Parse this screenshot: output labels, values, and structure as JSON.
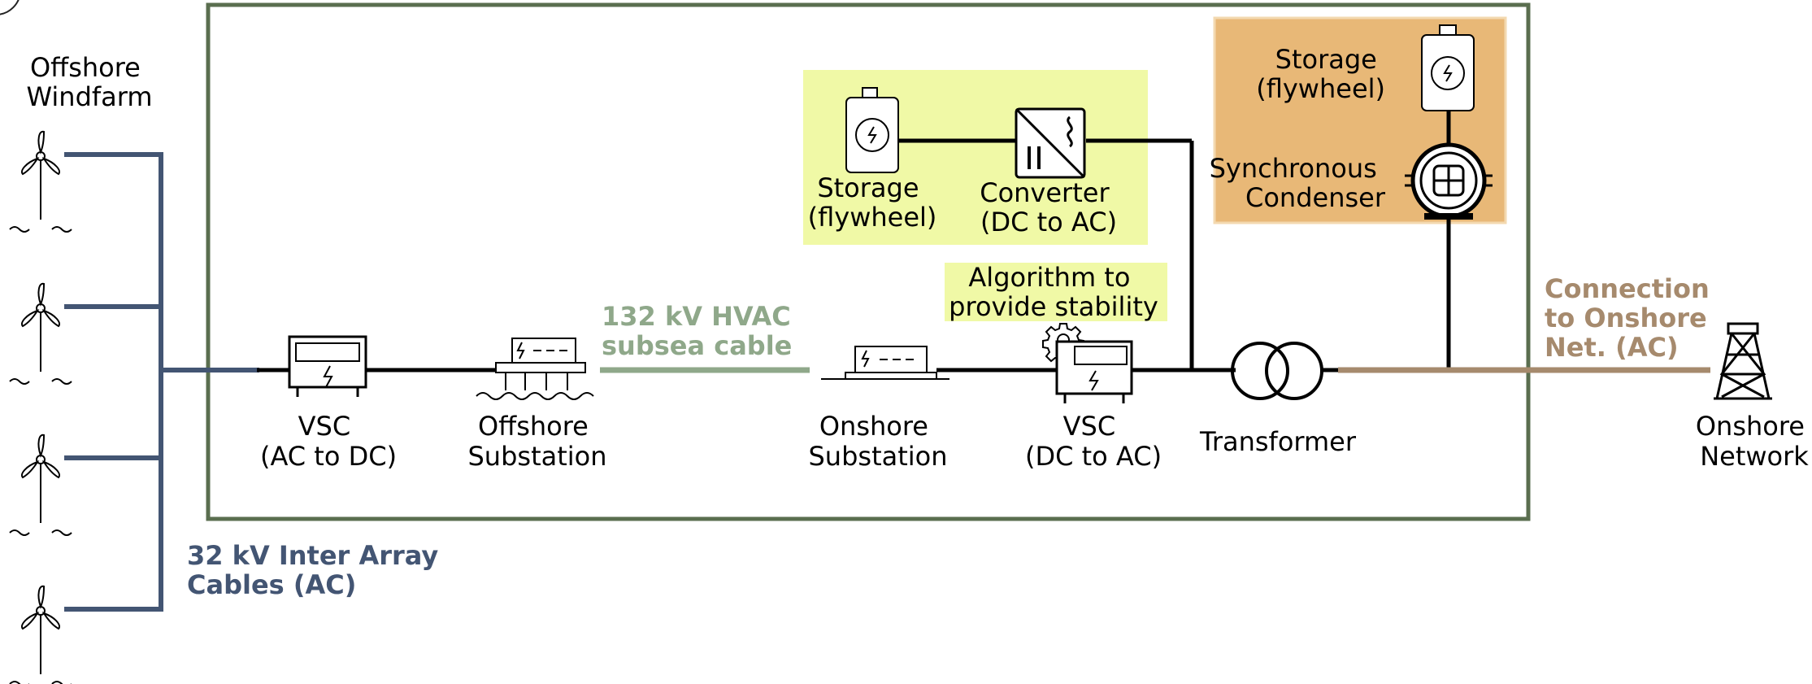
{
  "labels": {
    "windfarm": [
      "Offshore",
      "Windfarm"
    ],
    "vsc_ac_dc": [
      "VSC",
      "(AC to DC)"
    ],
    "offshore_substation": [
      "Offshore",
      "Substation"
    ],
    "hvac_cable": [
      "132 kV HVAC",
      "subsea cable"
    ],
    "onshore_substation": [
      "Onshore",
      "Substation"
    ],
    "algorithm": [
      "Algorithm to",
      "provide stability"
    ],
    "vsc_dc_ac": [
      "VSC",
      "(DC to AC)"
    ],
    "transformer": "Transformer",
    "storage_left": [
      "Storage",
      "(flywheel)"
    ],
    "converter": [
      "Converter",
      "(DC to AC)"
    ],
    "storage_right": [
      "Storage",
      "(flywheel)"
    ],
    "sync_condenser": [
      "Synchronous",
      "Condenser"
    ],
    "connection": [
      "Connection",
      "to Onshore",
      "Net. (AC)"
    ],
    "onshore_network": [
      "Onshore",
      "Network"
    ],
    "inter_array": [
      "32 kV Inter Array",
      "Cables (AC)"
    ]
  },
  "colors": {
    "frame": "#5a6e4f",
    "inter_array": "#435573",
    "hvac": "#8fa88a",
    "connection": "#a68a6d",
    "highlight_yellow": "#f0f9a6",
    "highlight_orange": "#e8b877",
    "orange_border": "#f3d9b0"
  },
  "icons": [
    "wind-turbine-icon",
    "vsc-icon",
    "substation-icon",
    "flywheel-icon",
    "converter-icon",
    "gear-icon",
    "transformer-icon",
    "synchronous-condenser-icon",
    "pylon-icon"
  ]
}
